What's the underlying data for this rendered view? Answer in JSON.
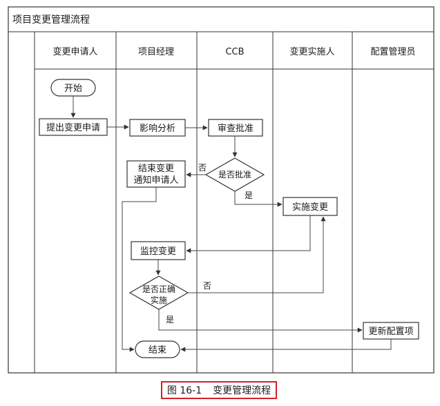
{
  "diagram": {
    "title": "项目变更管理流程",
    "lanes": [
      {
        "id": "applicant",
        "label": "变更申请人"
      },
      {
        "id": "pm",
        "label": "项目经理"
      },
      {
        "id": "ccb",
        "label": "CCB"
      },
      {
        "id": "implementer",
        "label": "变更实施人"
      },
      {
        "id": "config",
        "label": "配置管理员"
      }
    ],
    "nodes": {
      "start": "开始",
      "submit": "提出变更申请",
      "impact": "影响分析",
      "review": "审查批准",
      "approved_q_line1": "是否批准",
      "close_line1": "结束变更",
      "close_line2": "通知申请人",
      "implement": "实施变更",
      "monitor": "监控变更",
      "correct_q_line1": "是否正确",
      "correct_q_line2": "实施",
      "update_config": "更新配置项",
      "end": "结束"
    },
    "edge_labels": {
      "approved_no": "否",
      "approved_yes": "是",
      "correct_no": "否",
      "correct_yes": "是"
    }
  },
  "caption": {
    "figure_no": "图 16-1",
    "text": "变更管理流程"
  }
}
